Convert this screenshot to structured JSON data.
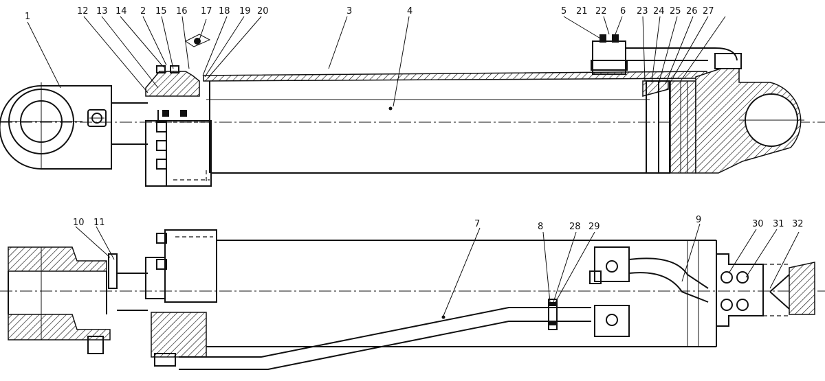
{
  "drawing": {
    "top_view_labels": [
      "1",
      "12",
      "13",
      "14",
      "2",
      "15",
      "16",
      "17",
      "18",
      "19",
      "20",
      "3",
      "4",
      "5",
      "21",
      "22",
      "6",
      "23",
      "24",
      "25",
      "26",
      "27"
    ],
    "bottom_view_labels": [
      "10",
      "11",
      "7",
      "8",
      "28",
      "29",
      "9",
      "30",
      "31",
      "32"
    ]
  }
}
